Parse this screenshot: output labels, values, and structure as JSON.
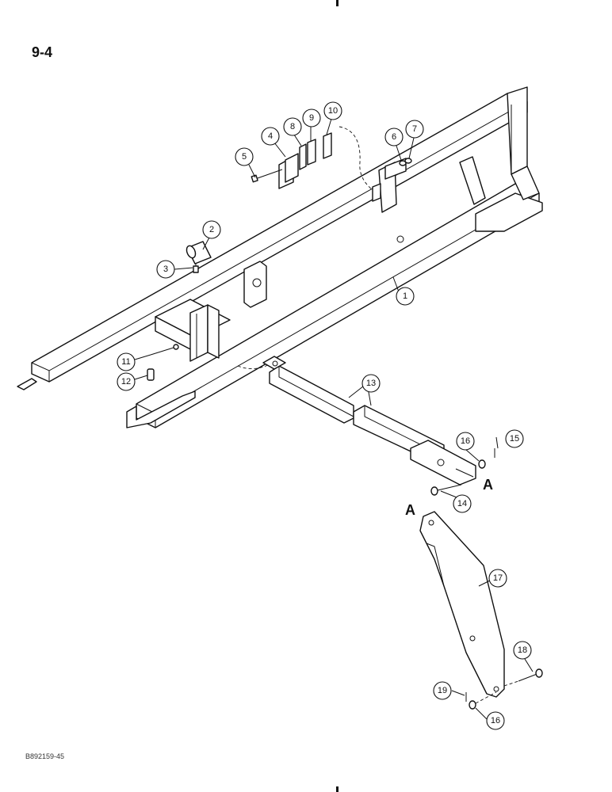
{
  "page": {
    "number": "9-4",
    "drawing_code": "B892159-45"
  },
  "view_marker": "A",
  "callouts": [
    "1",
    "2",
    "3",
    "4",
    "5",
    "6",
    "7",
    "8",
    "9",
    "10",
    "11",
    "12",
    "13",
    "14",
    "15",
    "16",
    "16",
    "17",
    "18",
    "19"
  ]
}
